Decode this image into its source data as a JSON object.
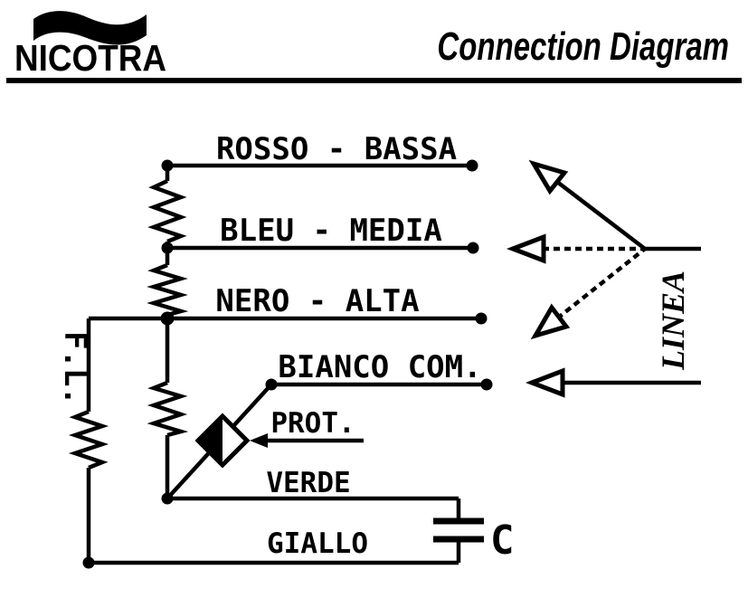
{
  "header": {
    "brand": "NICOTRA",
    "title": "Connection Diagram"
  },
  "diagram": {
    "speed_wires": [
      {
        "name": "rosso",
        "label": "ROSSO - BASSA"
      },
      {
        "name": "bleu",
        "label": "BLEU - MEDIA"
      },
      {
        "name": "nero",
        "label": "NERO - ALTA"
      },
      {
        "name": "bianco",
        "label": "BIANCO COM."
      }
    ],
    "protector_label": "PROT.",
    "verde_label": "VERDE",
    "giallo_label": "GIALLO",
    "fl_label": "F.L.",
    "linea_label": "LINEA",
    "capacitor_label": "C",
    "ink_color": "#000000",
    "background_color": "#ffffff"
  }
}
